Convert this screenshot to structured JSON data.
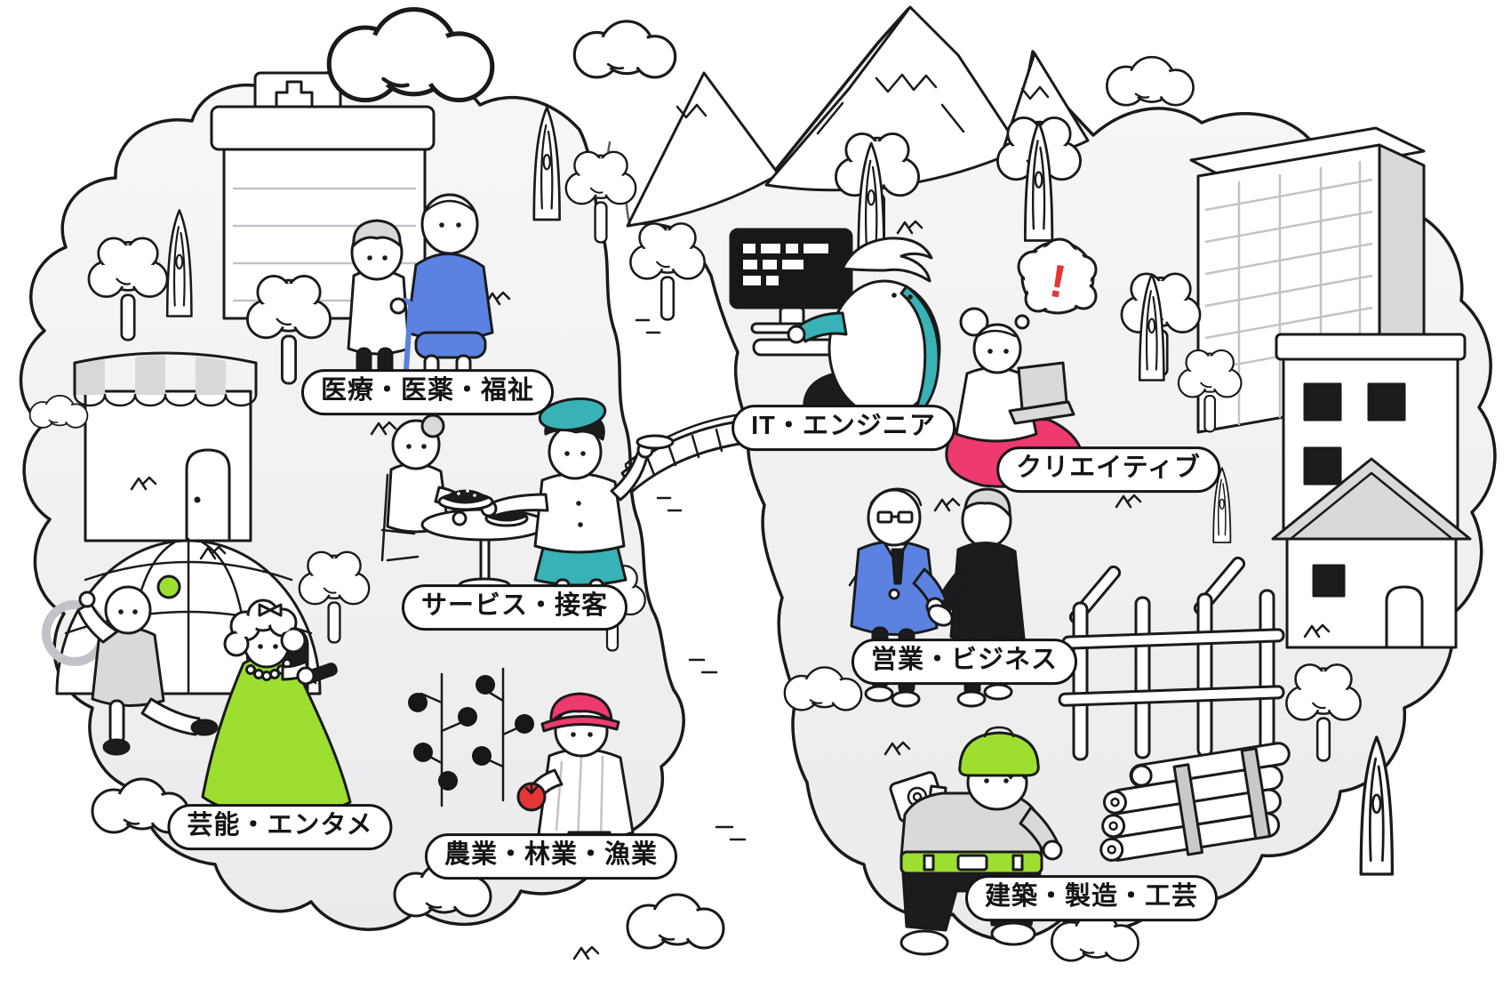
{
  "labels": [
    {
      "id": "medical",
      "text": "医療・医薬・福祉"
    },
    {
      "id": "it-engineer",
      "text": "IT・エンジニア"
    },
    {
      "id": "creative",
      "text": "クリエイティブ"
    },
    {
      "id": "service",
      "text": "サービス・接客"
    },
    {
      "id": "sales-business",
      "text": "営業・ビジネス"
    },
    {
      "id": "entertainment",
      "text": "芸能・エンタメ"
    },
    {
      "id": "agri-forest-fishery",
      "text": "農業・林業・漁業"
    },
    {
      "id": "construction-craft",
      "text": "建築・製造・工芸"
    }
  ],
  "bubble": {
    "exclamation": "!"
  },
  "colors": {
    "background": "#ffffff",
    "island": "#f2f2f3",
    "outline": "#1a1a1a",
    "teal": "#38b2b6",
    "blue": "#5b82e0",
    "green": "#9ddf30",
    "pink": "#ee3a6e",
    "red": "#e53535",
    "light_gray": "#d9d9dc",
    "dark": "#1c1c1e"
  }
}
